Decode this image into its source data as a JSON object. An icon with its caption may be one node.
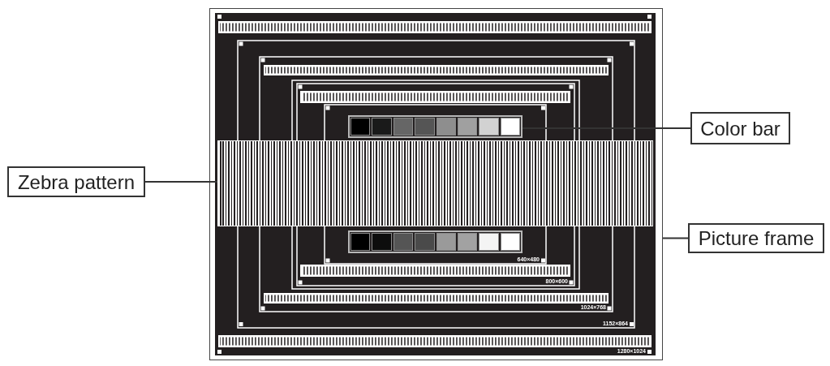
{
  "diagram": {
    "nodes": [
      {
        "text": [
          "Zebra pattern"
        ]
      },
      {
        "text": [],
        "shape": "picture"
      },
      {
        "text": [],
        "shape": "bar",
        "in": 1
      },
      {
        "text": [],
        "shape": "box",
        "in": 1
      },
      {
        "text": [],
        "shape": "bar",
        "in": 1
      },
      {
        "text": [
          "Color bar"
        ]
      },
      {
        "text": [
          "Picture frame"
        ]
      }
    ],
    "edges": [
      {
        "from": 0,
        "to": 3,
        "arrow": "none"
      },
      {
        "from": 5,
        "to": 2,
        "arrow": "none"
      },
      {
        "from": 6,
        "to": 1,
        "arrow": "none"
      }
    ],
    "labels": [
      "640×480",
      "800×600",
      "1024×768",
      "1152×864",
      "1280×1024"
    ]
  }
}
